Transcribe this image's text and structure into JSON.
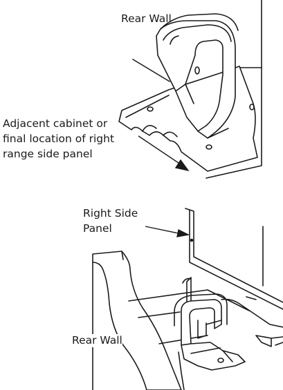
{
  "figure_top": {
    "labels": {
      "rear_wall": "Rear Wall",
      "adjacent_line1": "Adjacent cabinet or",
      "adjacent_line2": "final location of right",
      "adjacent_line3": "range side panel"
    }
  },
  "figure_bottom": {
    "labels": {
      "right_side_line1": "Right Side",
      "right_side_line2": "Panel",
      "rear_wall": "Rear Wall"
    }
  },
  "colors": {
    "line": "#1a1a1a",
    "fill": "#ffffff"
  }
}
